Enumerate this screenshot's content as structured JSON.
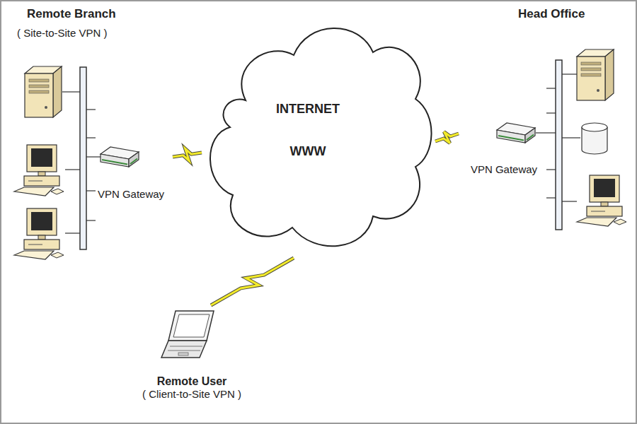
{
  "diagram": {
    "nodes": [
      {
        "text": [
          "VPN Gateway"
        ]
      },
      {
        "text": [
          "INTERNET",
          "WWW"
        ]
      },
      {
        "text": [
          "VPN Gateway"
        ]
      },
      {
        "text": [
          "Remote User",
          "( Client-to-Site VPN )"
        ]
      }
    ],
    "edges": [
      {
        "from": 0,
        "to": 1,
        "arrow": "none"
      },
      {
        "from": 1,
        "to": 2,
        "arrow": "none"
      },
      {
        "from": 3,
        "to": 1,
        "arrow": "none"
      }
    ],
    "labels": [
      "Remote Branch",
      "( Site-to-Site VPN )",
      "Head Office"
    ]
  }
}
